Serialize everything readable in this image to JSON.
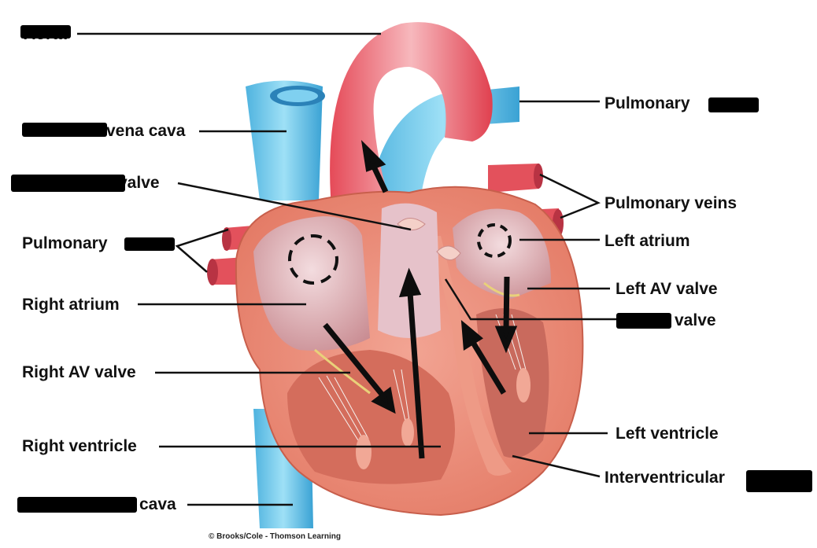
{
  "labels": {
    "aorta": "Aorta",
    "superior_vena_cava": "vena cava",
    "semilunar_valve": "valve",
    "pulmonary_veins_left_side": "Pulmonary",
    "right_atrium": "Right atrium",
    "right_av_valve": "Right AV valve",
    "right_ventricle": "Right ventricle",
    "inferior_vena_cava": "cava",
    "pulmonary_artery": "Pulmonary",
    "pulmonary_veins_right_side": "Pulmonary veins",
    "left_atrium": "Left atrium",
    "left_av_valve": "Left AV valve",
    "aortic_valve": "valve",
    "left_ventricle": "Left ventricle",
    "interventricular_septum": "Interventricular"
  },
  "credit": "© Brooks/Cole - Thomson Learning",
  "colors": {
    "vein_blue": "#5bbfe6",
    "artery_red": "#e8505e",
    "heart_tissue": "#e98a78",
    "chamber_interior": "#e7c3c7",
    "leader_line": "#111111"
  }
}
